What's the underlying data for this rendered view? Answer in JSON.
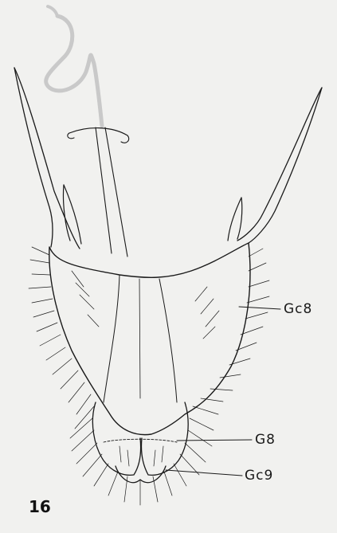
{
  "figure": {
    "number": "16",
    "labels": {
      "gc8": "Gc8",
      "g8": "G8",
      "gc9": "Gc9"
    },
    "colors": {
      "background": "#f1f1ef",
      "ink": "#1a1a1a",
      "duct": "#c9c9c9"
    }
  }
}
